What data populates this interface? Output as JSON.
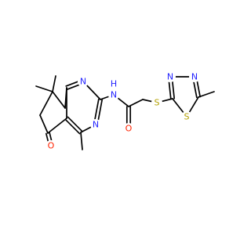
{
  "molecule": {
    "atoms": {
      "n1": {
        "label": "N",
        "color": "#2222ff"
      },
      "n3": {
        "label": "N",
        "color": "#2222ff"
      },
      "nh": {
        "label": "N",
        "color": "#2222ff"
      },
      "h_amide": {
        "label": "H",
        "color": "#2222ff"
      },
      "o_ketone": {
        "label": "O",
        "color": "#ff2200"
      },
      "o_amide": {
        "label": "O",
        "color": "#ff2200"
      },
      "s_thioether": {
        "label": "S",
        "color": "#b3a000"
      },
      "s_thiadiazole": {
        "label": "S",
        "color": "#b3a000"
      },
      "n_td3": {
        "label": "N",
        "color": "#2222ff"
      },
      "n_td4": {
        "label": "N",
        "color": "#2222ff"
      }
    },
    "bond_color": "#000000"
  }
}
